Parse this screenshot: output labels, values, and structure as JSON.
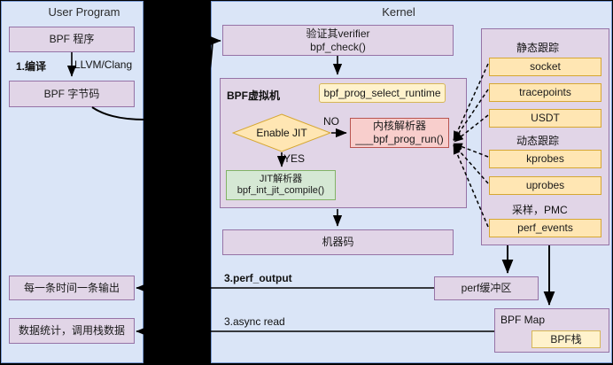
{
  "panels": {
    "user_program": {
      "title": "User Program"
    },
    "kernel": {
      "title": "Kernel"
    }
  },
  "user_program": {
    "bpf_program": "BPF 程序",
    "compile_label": "1.编译",
    "toolchain_label": "LLVM/Clang",
    "bpf_bytecode": "BPF 字节码",
    "output_per_event": "每一条时间一条输出",
    "output_stats": "数据统计，调用栈数据"
  },
  "kernel": {
    "verifier_line1": "验证其verifier",
    "verifier_line2": "bpf_check()",
    "vm_title": "BPF虚拟机",
    "prog_select_runtime": "bpf_prog_select_runtime",
    "enable_jit": "Enable JIT",
    "jit_no": "NO",
    "jit_yes": "YES",
    "interpreter_line1": "内核解析器",
    "interpreter_line2": "___bpf_prog_run()",
    "jit_compiler_line1": "JIT解析器",
    "jit_compiler_line2": "bpf_int_jit_compile()",
    "machine_code": "机器码",
    "perf_buffer": "perf缓冲区",
    "bpf_map_title": "BPF Map",
    "bpf_stack": "BPF栈",
    "perf_output_label": "3.perf_output",
    "async_read_label": "3.async read"
  },
  "events": {
    "static_tracing_title": "静态跟踪",
    "dynamic_tracing_title": "动态跟踪",
    "sampling_title": "采样，PMC",
    "items": [
      {
        "label": "socket"
      },
      {
        "label": "tracepoints"
      },
      {
        "label": "USDT"
      },
      {
        "label": "kprobes"
      },
      {
        "label": "uprobes"
      },
      {
        "label": "perf_events"
      }
    ]
  },
  "colors": {
    "panel_bg": "#dae5f7",
    "panel_border": "#7a9bd4",
    "purple_fill": "#e1d5e7",
    "purple_border": "#9673a6",
    "yellow_fill": "#ffe6b3",
    "yellow_border": "#d6a732",
    "red_fill": "#f8cecc",
    "red_border": "#b85450",
    "green_fill": "#d5e8d4",
    "green_border": "#82b366",
    "arrow": "#000000"
  }
}
